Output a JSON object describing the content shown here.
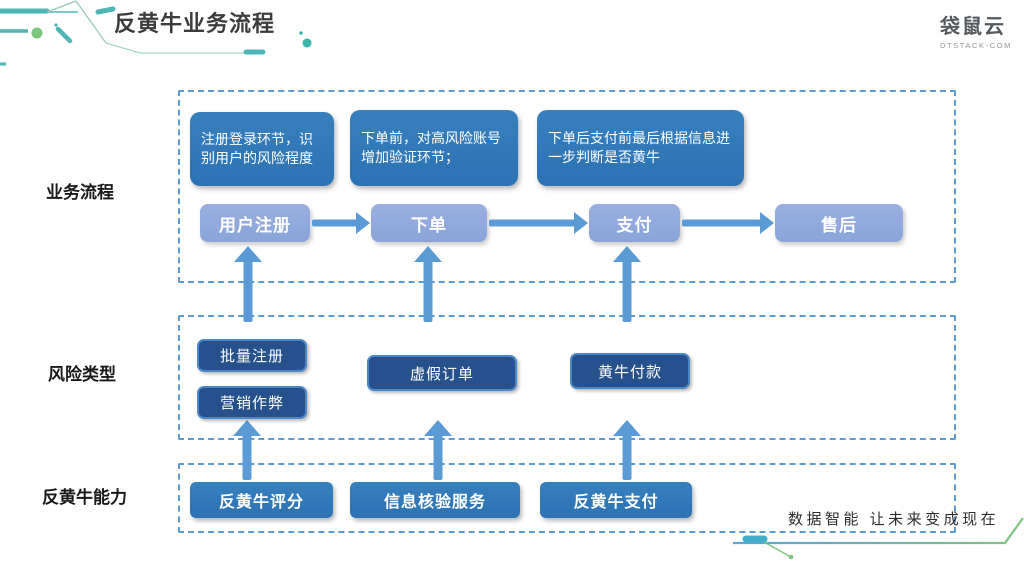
{
  "title": "反黄牛业务流程",
  "logo": {
    "name": "袋鼠云",
    "domain": "DTSTACK-COM"
  },
  "sections": {
    "process": {
      "label": "业务流程"
    },
    "risk": {
      "label": "风险类型"
    },
    "capability": {
      "label": "反黄牛能力"
    }
  },
  "descriptions": [
    "注册登录环节，识别用户的风险程度",
    "下单前，对高风险账号增加验证环节；",
    "下单后支付前最后根据信息进一步判断是否黄牛"
  ],
  "steps": [
    "用户注册",
    "下单",
    "支付",
    "售后"
  ],
  "risks": [
    "批量注册",
    "营销作弊",
    "虚假订单",
    "黄牛付款"
  ],
  "capabilities": [
    "反黄牛评分",
    "信息核验服务",
    "反黄牛支付"
  ],
  "slogan": "数据智能 让未来变成现在",
  "colors": {
    "arrow_blue": "#5B9BD5",
    "dashed_border": "#5B9BD5",
    "description_box": "#2E75B6",
    "step_box": "#8FAADC",
    "risk_box_fill": "#27518C",
    "risk_box_border": "#4C87C6",
    "capability_box": "#2E75B6",
    "teal_accent": "#4FB5B5",
    "green_accent": "#7CC67E"
  }
}
